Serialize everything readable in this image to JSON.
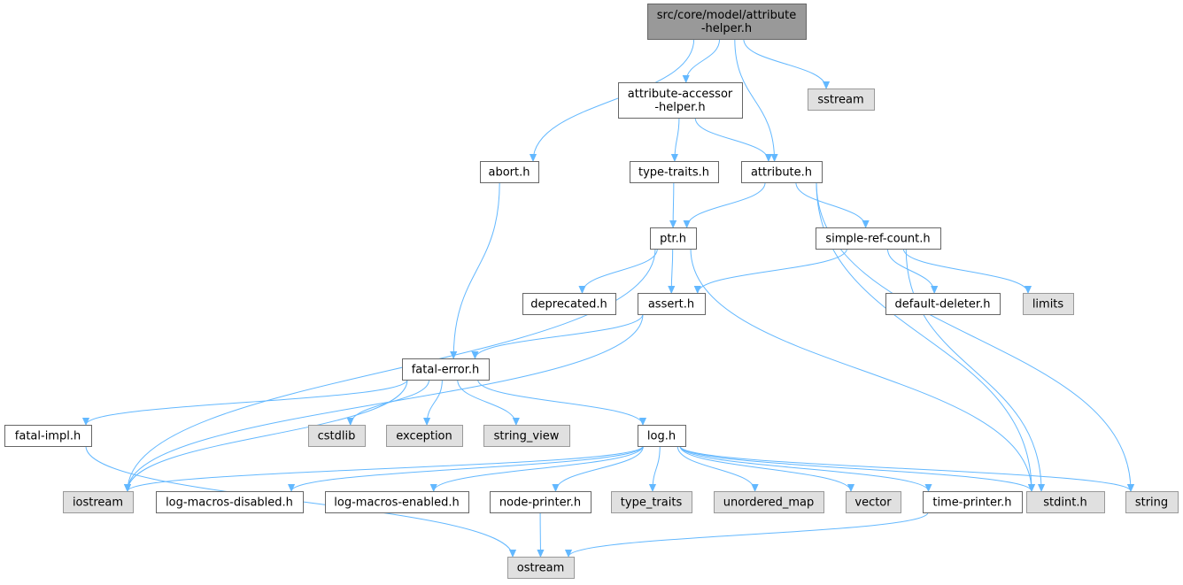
{
  "colors": {
    "edge": "#63b8ff",
    "root_fill": "#999999",
    "root_border": "#666666",
    "doc_fill": "#ffffff",
    "doc_border": "#666666",
    "ext_fill": "#e0e0e0",
    "ext_border": "#999999"
  },
  "nodes": {
    "root": {
      "lines": [
        "src/core/model/attribute",
        "-helper.h"
      ],
      "kind": "root"
    },
    "sstream": {
      "lines": [
        "sstream"
      ],
      "kind": "ext"
    },
    "attr_accessor": {
      "lines": [
        "attribute-accessor",
        "-helper.h"
      ],
      "kind": "doc"
    },
    "abort": {
      "lines": [
        "abort.h"
      ],
      "kind": "doc"
    },
    "type_traits_h": {
      "lines": [
        "type-traits.h"
      ],
      "kind": "doc"
    },
    "attribute": {
      "lines": [
        "attribute.h"
      ],
      "kind": "doc"
    },
    "ptr": {
      "lines": [
        "ptr.h"
      ],
      "kind": "doc"
    },
    "simple_ref": {
      "lines": [
        "simple-ref-count.h"
      ],
      "kind": "doc"
    },
    "deprecated": {
      "lines": [
        "deprecated.h"
      ],
      "kind": "doc"
    },
    "assert": {
      "lines": [
        "assert.h"
      ],
      "kind": "doc"
    },
    "default_deleter": {
      "lines": [
        "default-deleter.h"
      ],
      "kind": "doc"
    },
    "limits": {
      "lines": [
        "limits"
      ],
      "kind": "ext"
    },
    "fatal_error": {
      "lines": [
        "fatal-error.h"
      ],
      "kind": "doc"
    },
    "fatal_impl": {
      "lines": [
        "fatal-impl.h"
      ],
      "kind": "doc"
    },
    "cstdlib": {
      "lines": [
        "cstdlib"
      ],
      "kind": "ext"
    },
    "exception": {
      "lines": [
        "exception"
      ],
      "kind": "ext"
    },
    "string_view": {
      "lines": [
        "string_view"
      ],
      "kind": "ext"
    },
    "log": {
      "lines": [
        "log.h"
      ],
      "kind": "doc"
    },
    "iostream": {
      "lines": [
        "iostream"
      ],
      "kind": "ext"
    },
    "log_disabled": {
      "lines": [
        "log-macros-disabled.h"
      ],
      "kind": "doc"
    },
    "log_enabled": {
      "lines": [
        "log-macros-enabled.h"
      ],
      "kind": "doc"
    },
    "node_printer": {
      "lines": [
        "node-printer.h"
      ],
      "kind": "doc"
    },
    "type_traits": {
      "lines": [
        "type_traits"
      ],
      "kind": "ext"
    },
    "unordered_map": {
      "lines": [
        "unordered_map"
      ],
      "kind": "ext"
    },
    "vector": {
      "lines": [
        "vector"
      ],
      "kind": "ext"
    },
    "time_printer": {
      "lines": [
        "time-printer.h"
      ],
      "kind": "doc"
    },
    "stdint": {
      "lines": [
        "stdint.h"
      ],
      "kind": "ext"
    },
    "string": {
      "lines": [
        "string"
      ],
      "kind": "ext"
    },
    "ostream": {
      "lines": [
        "ostream"
      ],
      "kind": "ext"
    }
  },
  "edges": [
    [
      "root",
      "abort"
    ],
    [
      "root",
      "attr_accessor"
    ],
    [
      "root",
      "attribute"
    ],
    [
      "root",
      "sstream"
    ],
    [
      "attr_accessor",
      "type_traits_h"
    ],
    [
      "attr_accessor",
      "attribute"
    ],
    [
      "abort",
      "fatal_error"
    ],
    [
      "type_traits_h",
      "ptr"
    ],
    [
      "attribute",
      "ptr"
    ],
    [
      "attribute",
      "simple_ref"
    ],
    [
      "attribute",
      "string"
    ],
    [
      "attribute",
      "stdint"
    ],
    [
      "ptr",
      "deprecated"
    ],
    [
      "ptr",
      "assert"
    ],
    [
      "ptr",
      "iostream"
    ],
    [
      "ptr",
      "stdint"
    ],
    [
      "simple_ref",
      "assert"
    ],
    [
      "simple_ref",
      "default_deleter"
    ],
    [
      "simple_ref",
      "limits"
    ],
    [
      "simple_ref",
      "stdint"
    ],
    [
      "assert",
      "fatal_error"
    ],
    [
      "assert",
      "iostream"
    ],
    [
      "fatal_error",
      "fatal_impl"
    ],
    [
      "fatal_error",
      "cstdlib"
    ],
    [
      "fatal_error",
      "exception"
    ],
    [
      "fatal_error",
      "string_view"
    ],
    [
      "fatal_error",
      "log"
    ],
    [
      "fatal_error",
      "iostream"
    ],
    [
      "fatal_impl",
      "ostream"
    ],
    [
      "log",
      "iostream"
    ],
    [
      "log",
      "log_disabled"
    ],
    [
      "log",
      "log_enabled"
    ],
    [
      "log",
      "node_printer"
    ],
    [
      "log",
      "type_traits"
    ],
    [
      "log",
      "unordered_map"
    ],
    [
      "log",
      "vector"
    ],
    [
      "log",
      "time_printer"
    ],
    [
      "log",
      "stdint"
    ],
    [
      "log",
      "string"
    ],
    [
      "node_printer",
      "ostream"
    ],
    [
      "time_printer",
      "ostream"
    ]
  ]
}
